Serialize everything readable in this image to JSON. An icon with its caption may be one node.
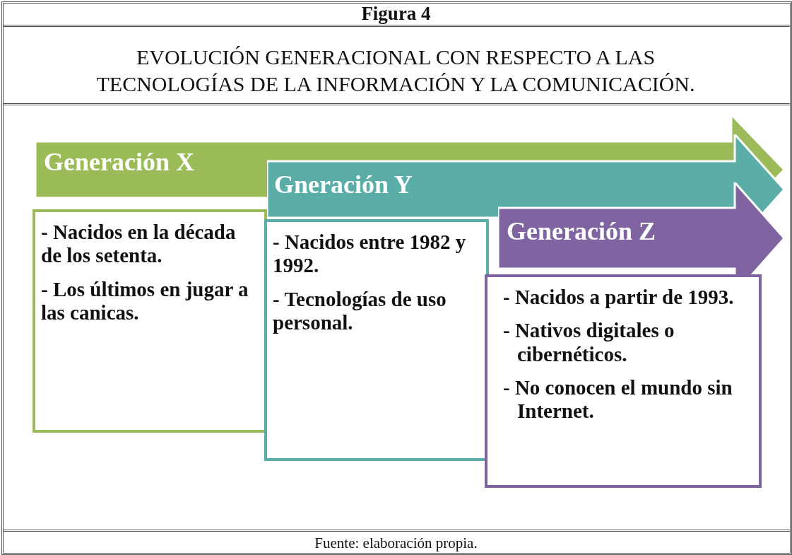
{
  "diagram": {
    "title": "Figura 4",
    "nodes": [
      {
        "text": [
          "Generación X"
        ]
      },
      {
        "text": [
          "- Nacidos en la década de los setenta.",
          "- Los últimos en jugar a las canicas."
        ]
      },
      {
        "text": [
          "Gneración Y"
        ]
      },
      {
        "text": [
          "- Nacidos entre 1982 y 1992.",
          "- Tecnologías de uso personal."
        ]
      },
      {
        "text": [
          "Generación Z"
        ]
      },
      {
        "text": [
          "- Nacidos a partir de 1993.",
          "- Nativos digitales o cibernéticos.",
          "- No conocen el mundo sin Internet."
        ]
      }
    ],
    "edges": [],
    "labels": [
      "EVOLUCIÓN GENERACIONAL CON RESPECTO A LAS TECNOLOGÍAS DE LA INFORMACIÓN Y LA COMUNICACIÓN."
    ],
    "caption": "Fuente: elaboración propia."
  }
}
